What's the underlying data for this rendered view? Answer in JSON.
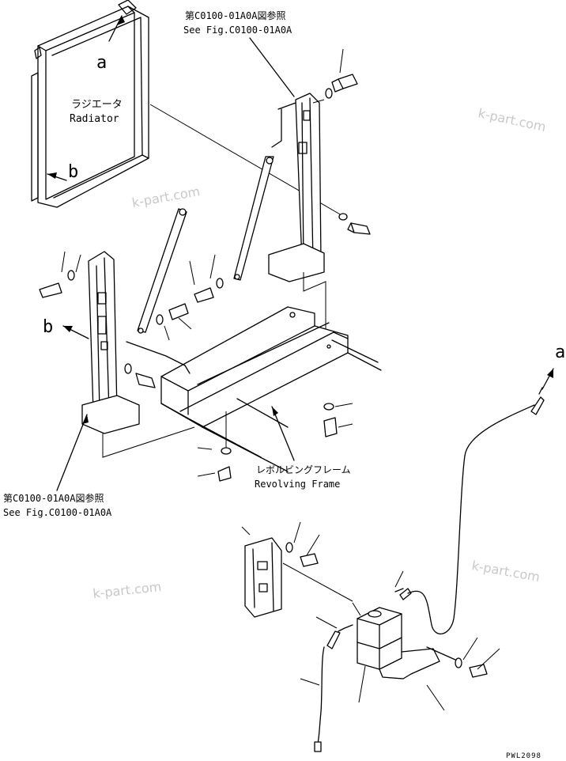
{
  "labels": {
    "radiator_jp": "ラジエータ",
    "radiator_en": "Radiator",
    "ref_top_jp": "第C0100-01A0A図参照",
    "ref_top_en": "See Fig.C0100-01A0A",
    "ref_left_jp": "第C0100-01A0A図参照",
    "ref_left_en": "See Fig.C0100-01A0A",
    "frame_jp": "レボルビングフレーム",
    "frame_en": "Revolving Frame",
    "callout_a_radiator": "a",
    "callout_b_radiator": "b",
    "callout_b_bracket": "b",
    "callout_a_hose": "a",
    "drawing_code": "PWL2098"
  },
  "watermarks": [
    "k-part.com",
    "k-part.com",
    "k-part.com",
    "k-part.com"
  ]
}
